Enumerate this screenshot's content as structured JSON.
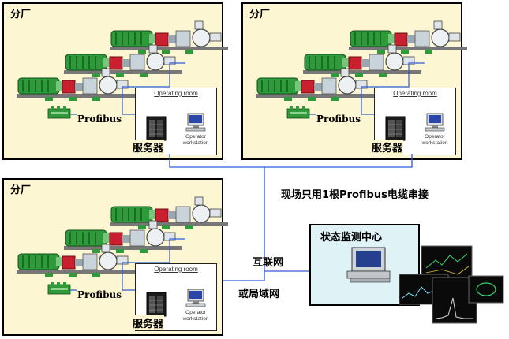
{
  "factories": [
    {
      "title": "分厂",
      "room_title": "Operating room",
      "server_label": "服务器",
      "bus_label": "Profibus",
      "ws_line1": "Operator",
      "ws_line2": "workstation"
    },
    {
      "title": "分厂",
      "room_title": "Operating room",
      "server_label": "服务器",
      "bus_label": "Profibus",
      "ws_line1": "Operator",
      "ws_line2": "workstation"
    },
    {
      "title": "分厂",
      "room_title": "Operating room",
      "server_label": "服务器",
      "bus_label": "Profibus",
      "ws_line1": "Operator",
      "ws_line2": "workstation"
    }
  ],
  "cable_note": "现场只用1根Profibus电缆串接",
  "network_label_1": "互联网",
  "network_label_2": "或局域网",
  "monitoring_center": {
    "title": "状态监测中心"
  },
  "colors": {
    "factory_bg": "#fdf6d3",
    "center_bg": "#dff3f7",
    "link": "#2a5bd8",
    "motor": "#2e9a3a",
    "coupling": "#c8202f"
  }
}
